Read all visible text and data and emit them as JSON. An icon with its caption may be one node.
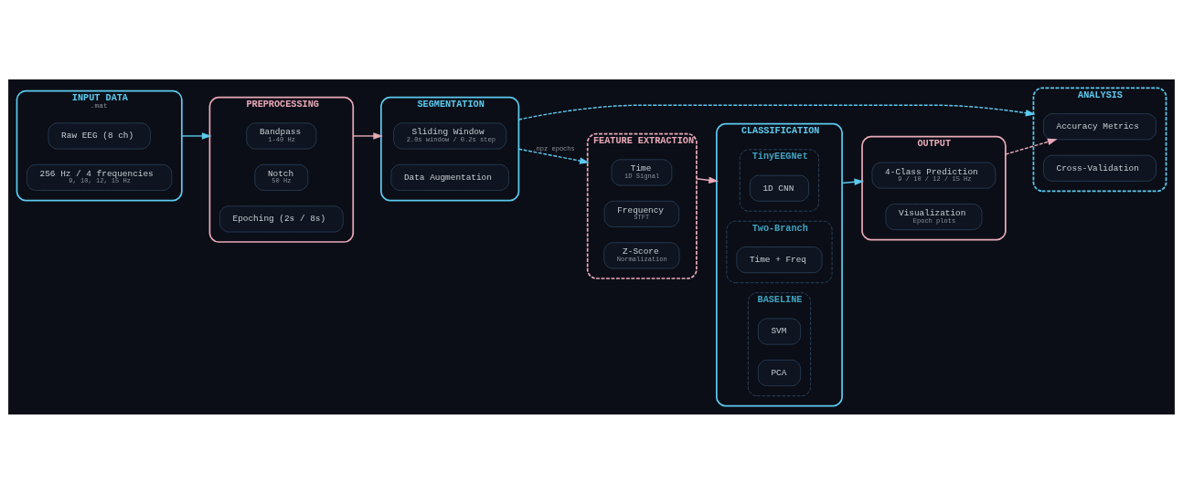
{
  "diagram": {
    "nodes": [
      {
        "text": [
          "INPUT DATA",
          ".mat"
        ]
      },
      {
        "text": [
          "Raw EEG (8 ch)"
        ],
        "in": 0
      },
      {
        "text": [
          "256 Hz / 4 frequencies",
          "9, 10, 12, 15 Hz"
        ],
        "in": 0
      },
      {
        "text": [
          "PREPROCESSING"
        ]
      },
      {
        "text": [
          "Bandpass",
          "1-40 Hz"
        ],
        "in": 3
      },
      {
        "text": [
          "Notch",
          "50 Hz"
        ],
        "in": 3
      },
      {
        "text": [
          "Epoching (2s / 8s)"
        ],
        "in": 3
      },
      {
        "text": [
          "SEGMENTATION"
        ]
      },
      {
        "text": [
          "Sliding Window",
          "2.0s window / 0.2s step"
        ],
        "in": 7
      },
      {
        "text": [
          "Data Augmentation"
        ],
        "in": 7
      },
      {
        "text": [
          "ANALYSIS"
        ]
      },
      {
        "text": [
          "Accuracy Metrics"
        ],
        "in": 10
      },
      {
        "text": [
          "Cross-Validation"
        ],
        "in": 10
      },
      {
        "text": [
          "FEATURE EXTRACTION"
        ]
      },
      {
        "text": [
          "Time",
          "1D Signal"
        ],
        "in": 13
      },
      {
        "text": [
          "Frequency",
          "STFT"
        ],
        "in": 13
      },
      {
        "text": [
          "Z-Score",
          "Normalization"
        ],
        "in": 13
      },
      {
        "text": [
          "CLASSIFICATION"
        ]
      },
      {
        "text": [
          "TinyEEGNet"
        ],
        "in": 17
      },
      {
        "text": [
          "1D CNN"
        ],
        "in": 18
      },
      {
        "text": [
          "Two-Branch"
        ],
        "in": 17
      },
      {
        "text": [
          "Time + Freq"
        ],
        "in": 20
      },
      {
        "text": [
          "BASELINE"
        ],
        "in": 17
      },
      {
        "text": [
          "SVM"
        ],
        "in": 22
      },
      {
        "text": [
          "PCA"
        ],
        "in": 22
      },
      {
        "text": [
          "OUTPUT"
        ]
      },
      {
        "text": [
          "4-Class Prediction",
          "9 / 10 / 12 / 15 Hz"
        ],
        "in": 25
      },
      {
        "text": [
          "Visualization",
          "Epoch plots"
        ],
        "in": 25
      }
    ],
    "edges": [
      {
        "from": 0,
        "to": 3,
        "arrow": "to"
      },
      {
        "from": 3,
        "to": 7,
        "arrow": "to",
        "color": "#e8a9b8"
      },
      {
        "from": 7,
        "to": 10,
        "arrow": "to",
        "style": "dashed"
      },
      {
        "from": 7,
        "to": 13,
        "arrow": "to",
        "style": "dashed",
        "label": ".npz epochs"
      },
      {
        "from": 13,
        "to": 17,
        "arrow": "to",
        "color": "#e8a9b8"
      },
      {
        "from": 17,
        "to": 25,
        "arrow": "to"
      },
      {
        "from": 25,
        "to": 11,
        "arrow": "to",
        "style": "dashed",
        "color": "#e8a9b8"
      }
    ]
  }
}
